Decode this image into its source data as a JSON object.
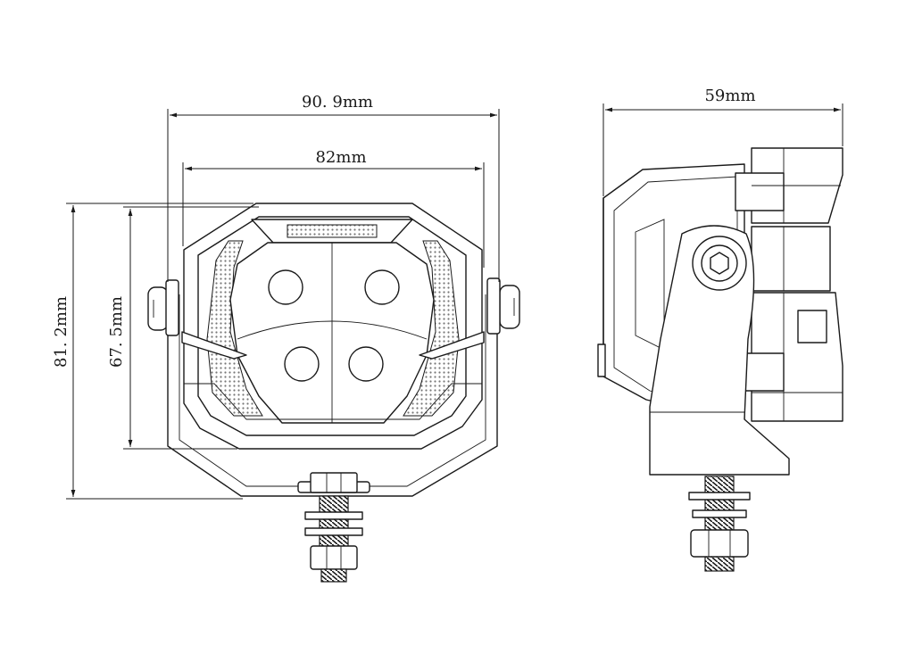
{
  "dimensions": {
    "front_width_overall": "90. 9mm",
    "front_width_inner": "82mm",
    "front_height_overall": "81. 2mm",
    "front_height_inner": "67. 5mm",
    "side_depth": "59mm"
  }
}
